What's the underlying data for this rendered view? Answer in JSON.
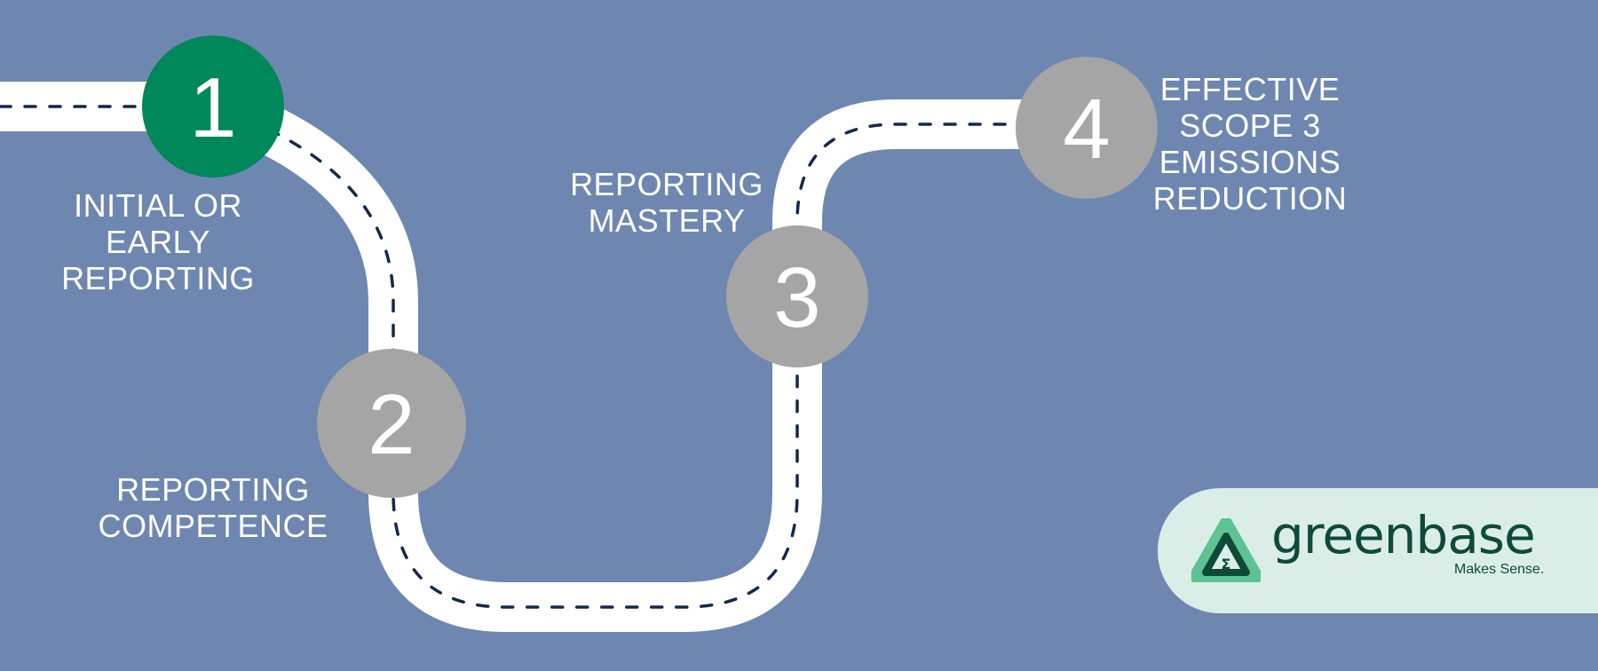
{
  "colors": {
    "background": "#6e87b1",
    "road": "#ffffff",
    "road_dash": "#13294b",
    "step_active": "#00875a",
    "step_inactive": "#a5a5a5",
    "logo_pill": "#daeee7",
    "logo_text": "#0f4a38"
  },
  "steps": [
    {
      "number": "1",
      "lines": [
        "INITIAL OR",
        "EARLY",
        "REPORTING"
      ],
      "active": true
    },
    {
      "number": "2",
      "lines": [
        "REPORTING",
        "COMPETENCE"
      ],
      "active": false
    },
    {
      "number": "3",
      "lines": [
        "REPORTING",
        "MASTERY"
      ],
      "active": false
    },
    {
      "number": "4",
      "lines": [
        "EFFECTIVE",
        "SCOPE 3",
        "EMISSIONS",
        "REDUCTION"
      ],
      "active": false
    }
  ],
  "logo": {
    "icon": "greenbase-triangle-sigma-icon",
    "symbol": "Σ",
    "wordmark": "greenbase",
    "tagline": "Makes Sense."
  }
}
